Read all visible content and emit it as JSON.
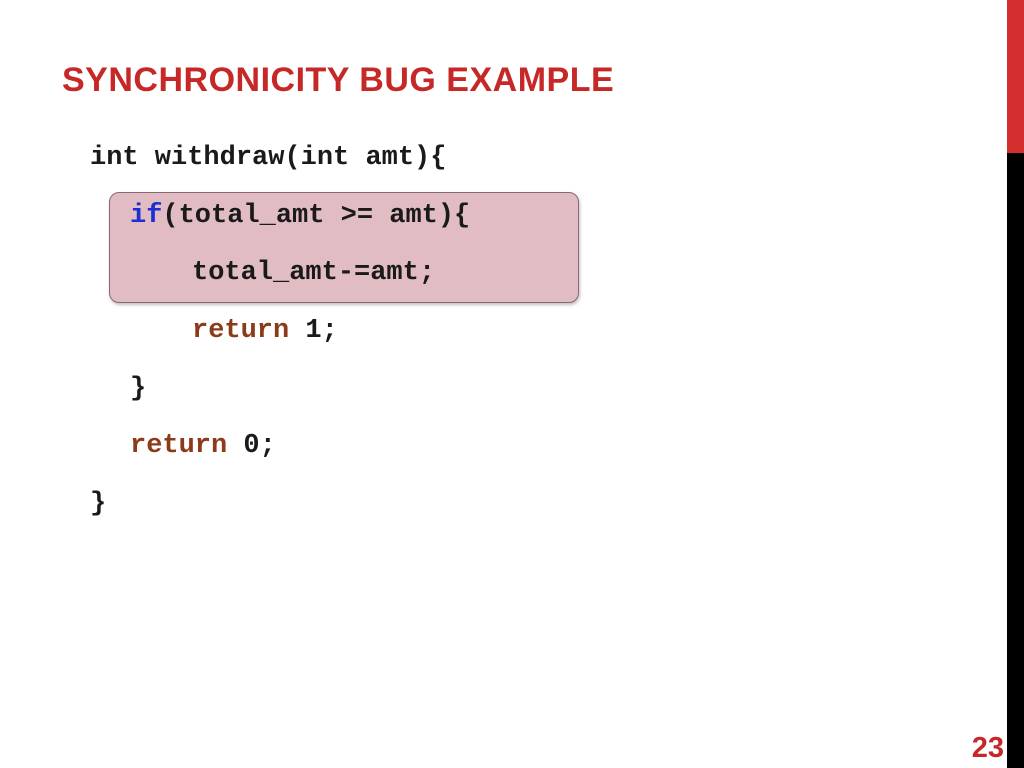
{
  "slide": {
    "title": "SYNCHRONICITY BUG EXAMPLE",
    "page_number": "23",
    "colors": {
      "title": "#c62828",
      "accent_bar": "#d32f2f",
      "side_bar": "#000000",
      "highlight_fill": "#e1bcc2",
      "keyword_blue": "#1c2fd6",
      "keyword_brown": "#8b3a1a"
    }
  },
  "code": {
    "line1": "int withdraw(int amt){",
    "line2_kw": "if",
    "line2_rest": "(total_amt >= amt){",
    "line3": "total_amt-=amt;",
    "line4_kw": "return",
    "line4_rest": " 1;",
    "line5": "}",
    "line6_kw": "return",
    "line6_rest": " 0;",
    "line7": "}"
  }
}
